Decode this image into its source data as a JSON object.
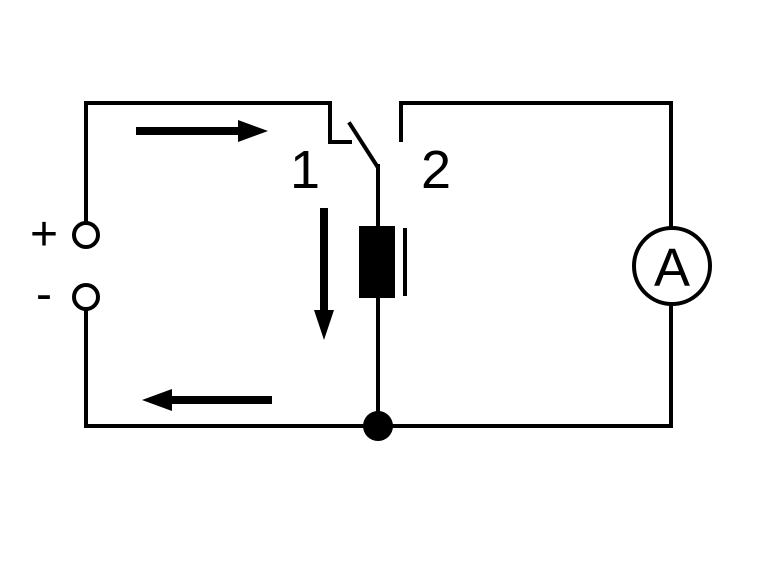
{
  "diagram": {
    "labels": {
      "plus": "+",
      "minus": "-",
      "contact_1": "1",
      "contact_2": "2",
      "ammeter": "A"
    },
    "colors": {
      "stroke": "#000000",
      "background": "#ffffff"
    }
  }
}
